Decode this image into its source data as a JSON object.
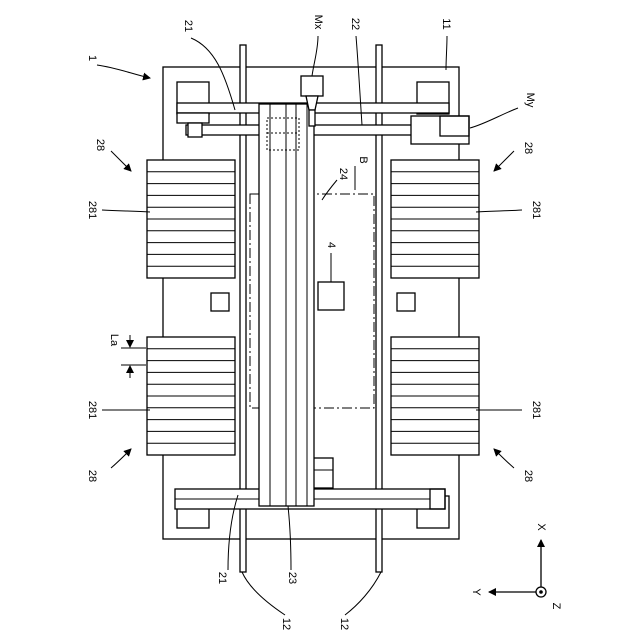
{
  "labels": {
    "ref_1": "1",
    "ref_21_top": "21",
    "ref_mx": "Mx",
    "ref_22": "22",
    "ref_11": "11",
    "ref_my": "My",
    "ref_28_ul": "28",
    "ref_28_ur": "28",
    "ref_24": "24",
    "ref_b": "B",
    "ref_281_ul": "281",
    "ref_281_ur": "281",
    "ref_4": "4",
    "ref_la": "La",
    "ref_281_ll": "281",
    "ref_281_lr": "281",
    "ref_28_ll": "28",
    "ref_28_lr": "28",
    "ref_21_bottom": "21",
    "ref_23": "23",
    "ref_12_left": "12",
    "ref_12_right": "12",
    "axis_x": "X",
    "axis_y": "Y",
    "axis_z": "Z"
  }
}
